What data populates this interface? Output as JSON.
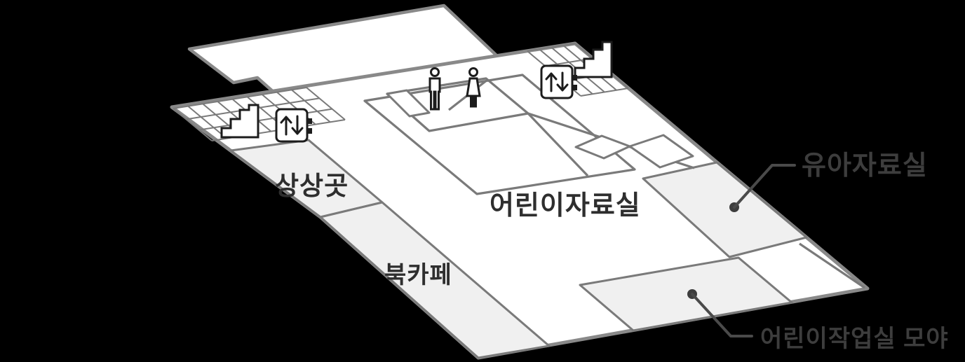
{
  "title": "children-library-floor-plan",
  "rooms": {
    "sangsanggot": "상상곳",
    "children_reading_room": "어린이자료실",
    "book_cafe": "북카페"
  },
  "callouts": {
    "infant_reading_room": "유아자료실",
    "children_workshop": "어린이작업실 모야"
  },
  "icons": {
    "stairs": "stairs-icon",
    "elevator": "elevator-icon",
    "men_restroom": "male-restroom-icon",
    "women_restroom": "female-restroom-icon"
  },
  "colors": {
    "background": "#000000",
    "floor": "#ffffff",
    "room_shade": "#f0f0f0",
    "wall": "#7a7a7a",
    "outline": "#898989",
    "icon": "#1c1c1c",
    "label_dark": "#2e2e2e",
    "label_gray": "#3d3d3d",
    "leader": "#4a4a4a"
  }
}
